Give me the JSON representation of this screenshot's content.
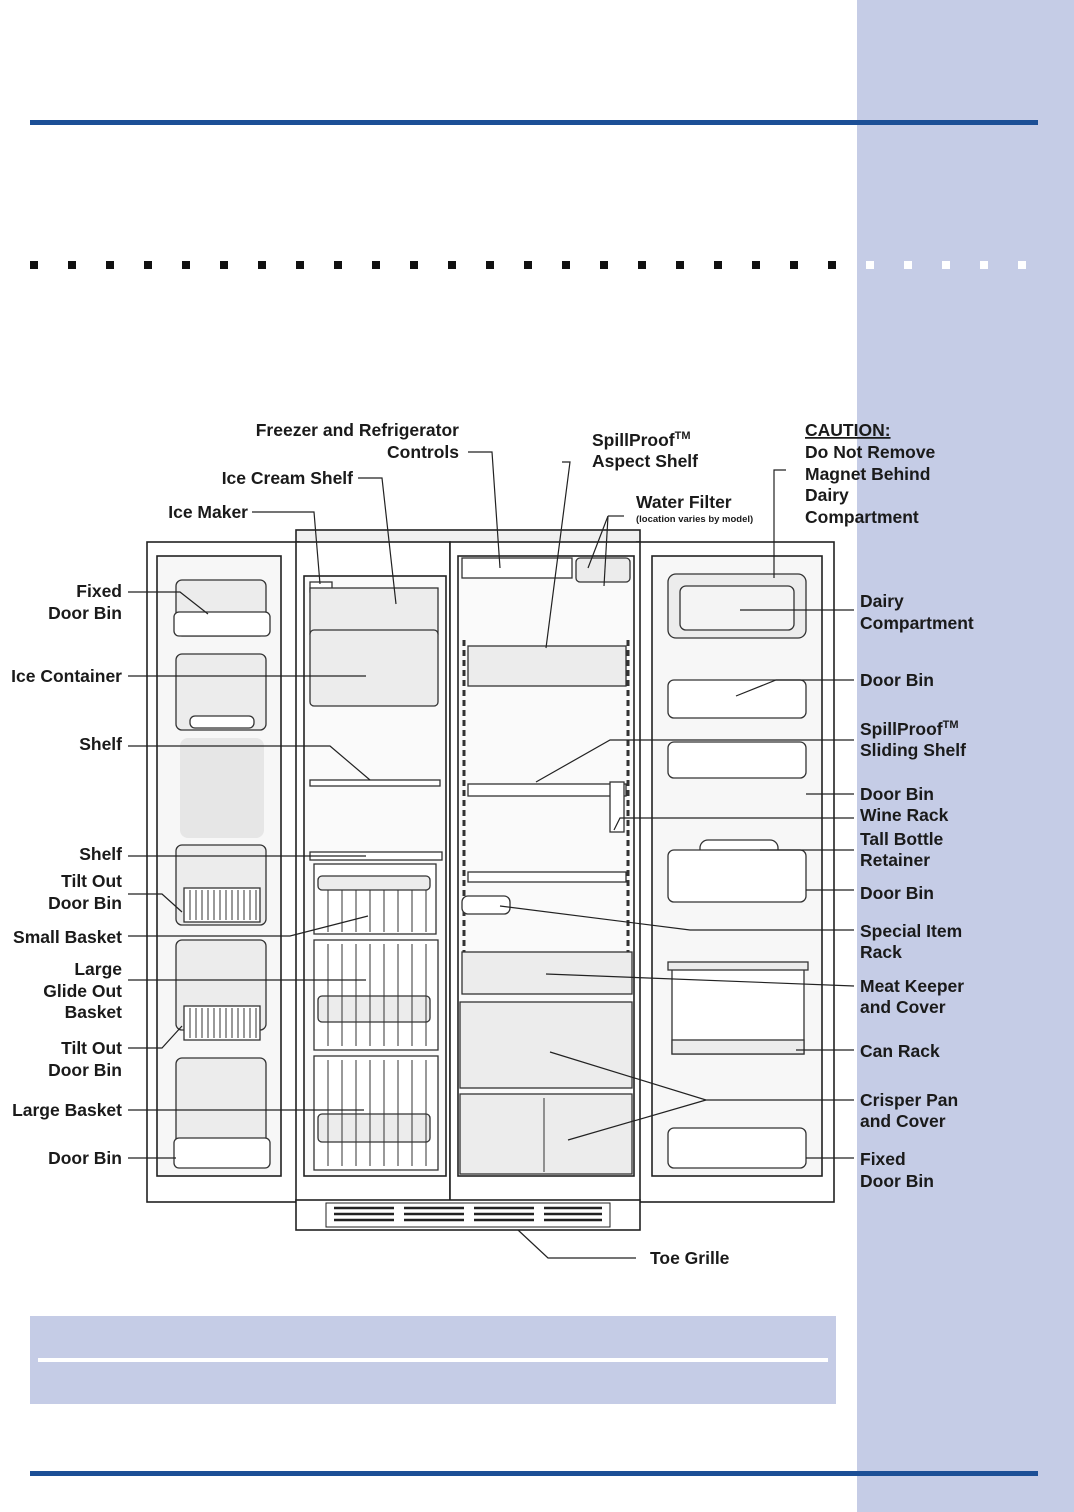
{
  "colors": {
    "rule_blue": "#1c4f96",
    "sidebar_lavender": "#c5cce6",
    "note_lavender": "#c5cce6",
    "dot_dark": "#111111",
    "dot_light": "#ffffff"
  },
  "diagram": {
    "labels": {
      "freezer_controls_1": "Freezer and Refrigerator",
      "freezer_controls_2": "Controls",
      "ice_cream_shelf": "Ice Cream Shelf",
      "ice_maker": "Ice Maker",
      "spillproof_aspect_1": "SpillProof",
      "spillproof_aspect_tm": "TM",
      "spillproof_aspect_2": "Aspect Shelf",
      "water_filter": "Water Filter",
      "water_filter_note": "(location varies by model)",
      "caution_title": "CAUTION:",
      "caution_1": "Do Not Remove",
      "caution_2": "Magnet Behind",
      "caution_3": "Dairy",
      "caution_4": "Compartment",
      "fixed_door_bin_top_1": "Fixed",
      "fixed_door_bin_top_2": "Door Bin",
      "ice_container": "Ice Container",
      "shelf_1": "Shelf",
      "shelf_2": "Shelf",
      "tilt_out_1a": "Tilt Out",
      "tilt_out_1b": "Door Bin",
      "small_basket": "Small Basket",
      "large_glide_1": "Large",
      "large_glide_2": "Glide Out",
      "large_glide_3": "Basket",
      "tilt_out_2a": "Tilt Out",
      "tilt_out_2b": "Door Bin",
      "large_basket": "Large Basket",
      "door_bin_left": "Door Bin",
      "dairy_1": "Dairy",
      "dairy_2": "Compartment",
      "door_bin_r1": "Door Bin",
      "spillproof_sliding_1": "SpillProof",
      "spillproof_sliding_tm": "TM",
      "spillproof_sliding_2": "Sliding Shelf",
      "door_bin_r2": "Door Bin",
      "wine_rack": "Wine Rack",
      "tall_bottle_1": "Tall Bottle",
      "tall_bottle_2": "Retainer",
      "door_bin_r3": "Door Bin",
      "special_item_1": "Special Item",
      "special_item_2": "Rack",
      "meat_keeper_1": "Meat Keeper",
      "meat_keeper_2": "and Cover",
      "can_rack": "Can Rack",
      "crisper_1": "Crisper Pan",
      "crisper_2": "and Cover",
      "fixed_door_bin_bottom_1": "Fixed",
      "fixed_door_bin_bottom_2": "Door Bin",
      "toe_grille": "Toe Grille"
    }
  }
}
